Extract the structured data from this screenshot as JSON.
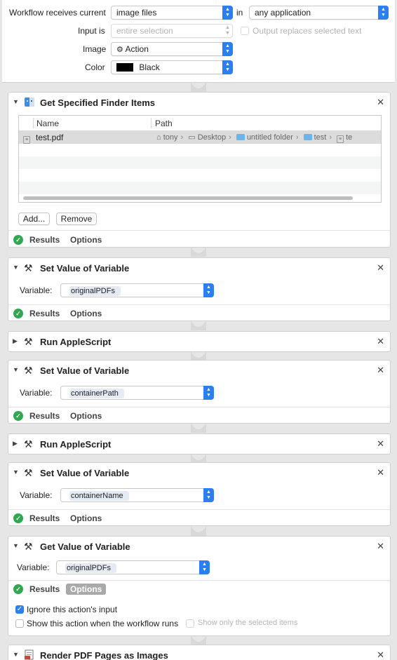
{
  "header": {
    "receives_label": "Workflow receives current",
    "receives_value": "image files",
    "in_label": "in",
    "app_value": "any application",
    "input_label": "Input is",
    "input_value": "entire selection",
    "replaces_label": "Output replaces selected text",
    "image_label": "Image",
    "image_value": "Action",
    "color_label": "Color",
    "color_value": "Black"
  },
  "footer_tabs": {
    "results": "Results",
    "options": "Options"
  },
  "get_finder": {
    "title": "Get Specified Finder Items",
    "col_name": "Name",
    "col_path": "Path",
    "file_name": "test.pdf",
    "path": [
      "tony",
      "Desktop",
      "untitled folder",
      "test",
      "te"
    ],
    "add_label": "Add...",
    "remove_label": "Remove"
  },
  "variable_label": "Variable:",
  "set_var_1": {
    "title": "Set Value of Variable",
    "variable": "originalPDFs"
  },
  "applescript_1": {
    "title": "Run AppleScript"
  },
  "set_var_2": {
    "title": "Set Value of Variable",
    "variable": "containerPath"
  },
  "applescript_2": {
    "title": "Run AppleScript"
  },
  "set_var_3": {
    "title": "Set Value of Variable",
    "variable": "containerName"
  },
  "get_var": {
    "title": "Get Value of Variable",
    "variable": "originalPDFs",
    "ignore_input": "Ignore this action's input",
    "show_when_runs": "Show this action when the workflow runs",
    "show_selected": "Show only the selected items"
  },
  "render_pdf": {
    "title": "Render PDF Pages as Images"
  },
  "colors": {
    "accent": "#2b7ff0",
    "success": "#2fa84f"
  }
}
